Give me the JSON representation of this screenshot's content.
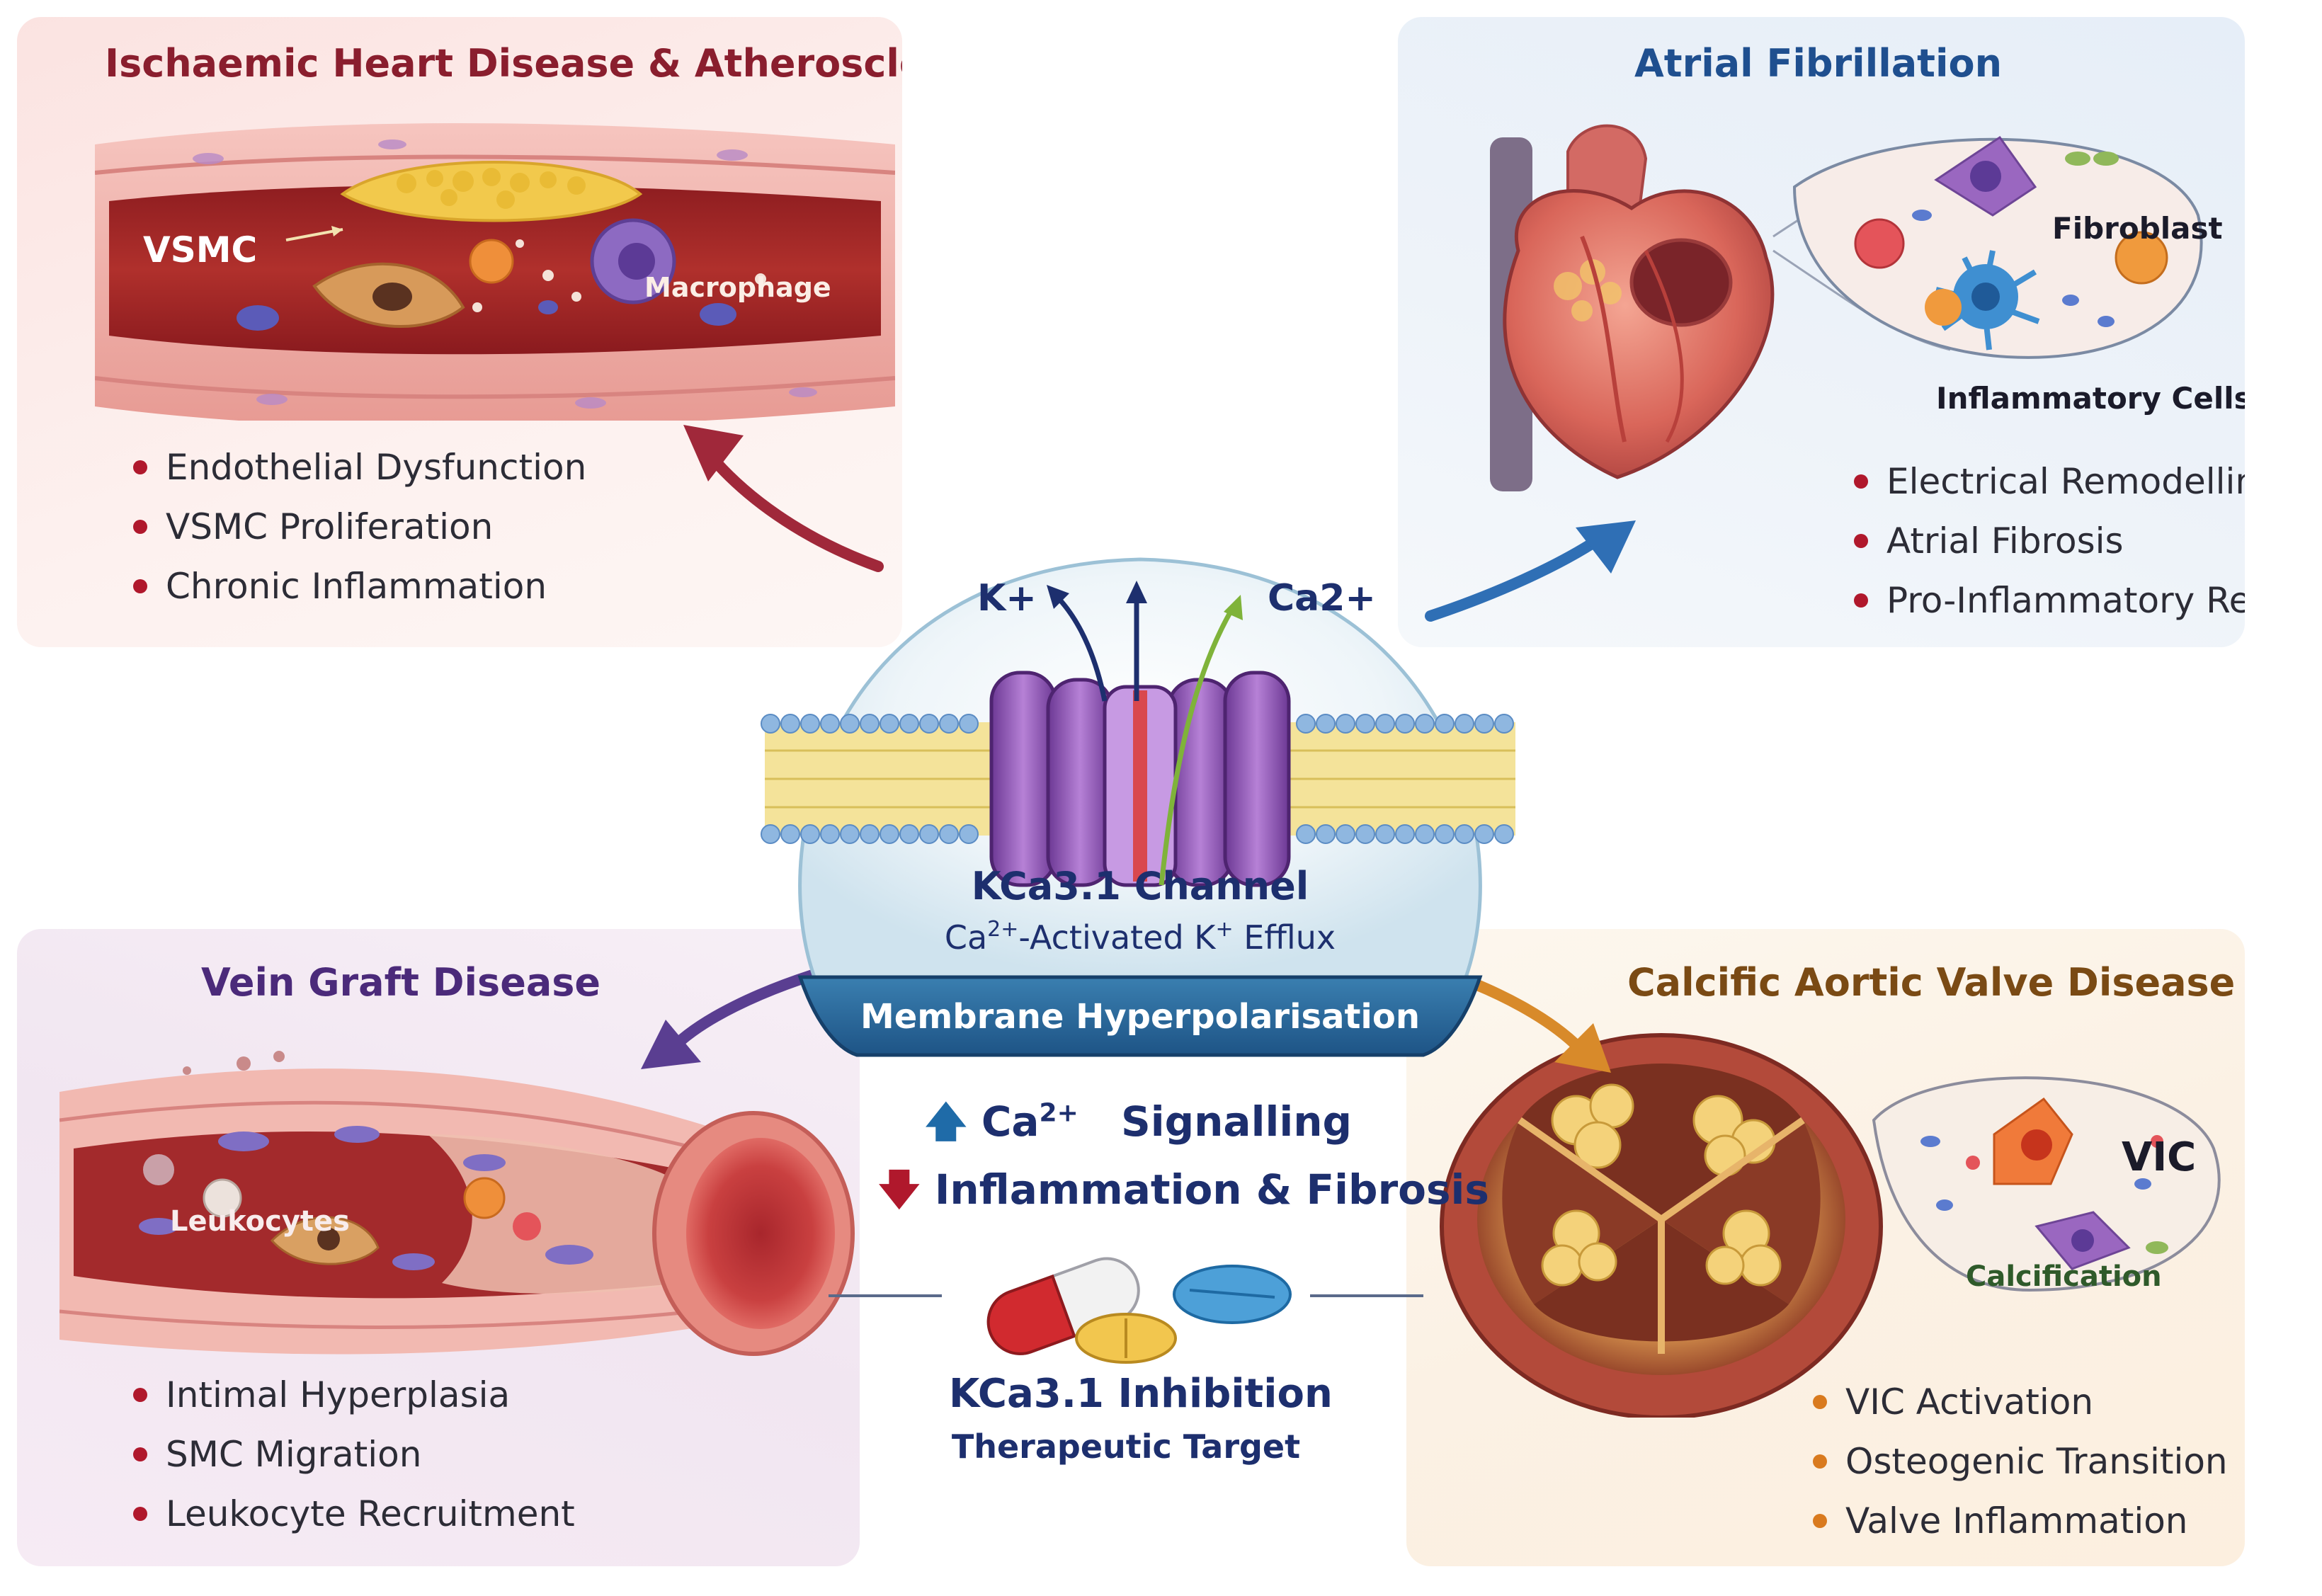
{
  "panels": {
    "ihd": {
      "title": "Ischaemic Heart Disease & Atherosclerosis",
      "labels": {
        "vsmc": "VSMC",
        "macrophage": "Macrophage"
      },
      "bullets": [
        "Endothelial Dysfunction",
        "VSMC Proliferation",
        "Chronic Inflammation"
      ],
      "title_color": "#8a1e2e",
      "bullet_color": "#b0182c"
    },
    "af": {
      "title": "Atrial Fibrillation",
      "labels": {
        "fibroblast": "Fibroblast",
        "inflammatory_cells": "Inflammatory Cells"
      },
      "bullets": [
        "Electrical Remodelling",
        "Atrial Fibrosis",
        "Pro-Inflammatory Responses"
      ],
      "title_color": "#1f4f8f",
      "bullet_color": "#b0182c"
    },
    "vg": {
      "title": "Vein Graft Disease",
      "labels": {
        "leukocytes": "Leukocytes"
      },
      "bullets": [
        "Intimal Hyperplasia",
        "SMC Migration",
        "Leukocyte Recruitment"
      ],
      "title_color": "#4b2a7a",
      "bullet_color": "#b0182c"
    },
    "cavd": {
      "title": "Calcific Aortic Valve Disease",
      "labels": {
        "vic": "VIC",
        "calcification": "Calcification"
      },
      "bullets": [
        "VIC Activation",
        "Osteogenic Transition",
        "Valve Inflammation"
      ],
      "title_color": "#7a4a14",
      "bullet_color": "#d97a1e"
    }
  },
  "center": {
    "ion_k": "K+",
    "ion_ca": "Ca2+",
    "channel_name": "KCa3.1 Channel",
    "channel_sub": {
      "ca": "Ca",
      "ca_sup": "2+",
      "mid": "-Activated K",
      "k_sup": "+",
      "end": " Efflux"
    },
    "banner": "Membrane Hyperpolarisation",
    "signal_up": {
      "ca": "Ca",
      "sup": "2+",
      "rest": "Signalling"
    },
    "signal_down": "Inflammation & Fibrosis",
    "therapy_title_bold": "KCa3.1",
    "therapy_title_rest": " Inhibition",
    "therapy_sub": "Therapeutic Target"
  },
  "colors": {
    "navy": "#1d2f6e",
    "blue_arrow": "#2f6fb5",
    "red_arrow": "#a0283a",
    "purple_arrow": "#5a3e91",
    "orange_arrow": "#d88a2a",
    "channel": "#8a4fb3"
  },
  "icons": [
    "up-arrow-icon",
    "down-arrow-icon",
    "pill-icon"
  ]
}
